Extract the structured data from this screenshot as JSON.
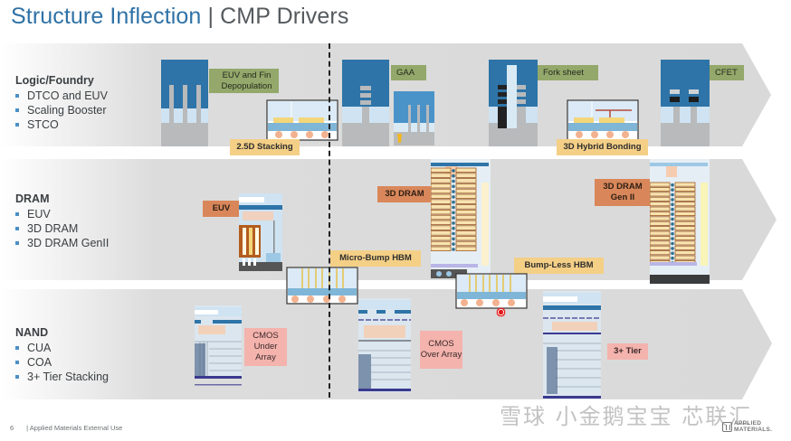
{
  "title": {
    "primary": "Structure Inflection",
    "separator": " | ",
    "secondary": "CMP Drivers"
  },
  "rows": [
    {
      "id": "logic",
      "heading": "Logic/Foundry",
      "bullets": [
        "DTCO and EUV",
        "Scaling Booster",
        "STCO"
      ]
    },
    {
      "id": "dram",
      "heading": "DRAM",
      "bullets": [
        "EUV",
        "3D DRAM",
        "3D DRAM GenII"
      ]
    },
    {
      "id": "nand",
      "heading": "NAND",
      "bullets": [
        "CUA",
        "COA",
        "3+ Tier Stacking"
      ]
    }
  ],
  "labels": {
    "euv_fin": "EUV and Fin Depopulation",
    "stacking_25d": "2.5D Stacking",
    "gaa": "GAA",
    "fork_sheet": "Fork sheet",
    "hybrid_bonding": "3D Hybrid Bonding",
    "cfet": "CFET",
    "dram_euv": "EUV",
    "dram_3d": "3D DRAM",
    "dram_3d_gen2": "3D DRAM Gen II",
    "micro_bump_hbm": "Micro-Bump HBM",
    "bump_less_hbm": "Bump-Less HBM",
    "cua": "CMOS Under Array",
    "coa": "CMOS Over Array",
    "tier3": "3+ Tier"
  },
  "colors": {
    "title_blue": "#2f72a6",
    "title_gray": "#555a5e",
    "band_gray": "#dcdcdc",
    "label_green": "#93a86a",
    "label_yellow": "#f4cf86",
    "label_orange": "#d9875a",
    "label_pink": "#f4b3ad",
    "transistor_blue": "#2e74a8"
  },
  "footer": {
    "page": "6",
    "text": "| Applied Materials External Use",
    "brand_line1": "APPLIED",
    "brand_line2": "MATERIALS."
  },
  "watermark": "雪球 小金鹅宝宝 芯联汇"
}
